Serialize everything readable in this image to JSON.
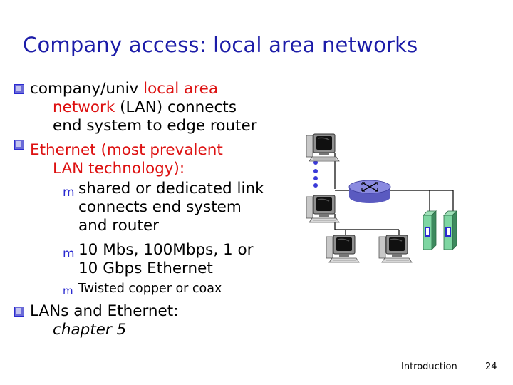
{
  "slide": {
    "title": "Company access: local area networks",
    "bullets": [
      {
        "pre": "company/univ ",
        "hl1": "local area",
        "hl2": "network",
        "post": " (LAN) connects",
        "line3": "end system to edge router"
      },
      {
        "pre": "Ethernet (most prevalent",
        "line2": "LAN technology):"
      }
    ],
    "sub": [
      {
        "line1": "shared or dedicated link",
        "line2": "connects end system",
        "line3": "and router"
      },
      {
        "line1": "10 Mbs, 100Mbps, 1 or",
        "line2": "10 Gbps Ethernet"
      },
      {
        "line1": "Twisted copper or coax"
      }
    ],
    "bullet3": {
      "line1": "LANs and Ethernet:",
      "line2": "chapter 5"
    },
    "footer": {
      "left": "Introduction",
      "page": "24"
    }
  },
  "colors": {
    "title": "#1c1ca8",
    "highlight": "#dd1111",
    "bullet_marker": "#2a2ad0",
    "router": "#7d7dd8"
  }
}
